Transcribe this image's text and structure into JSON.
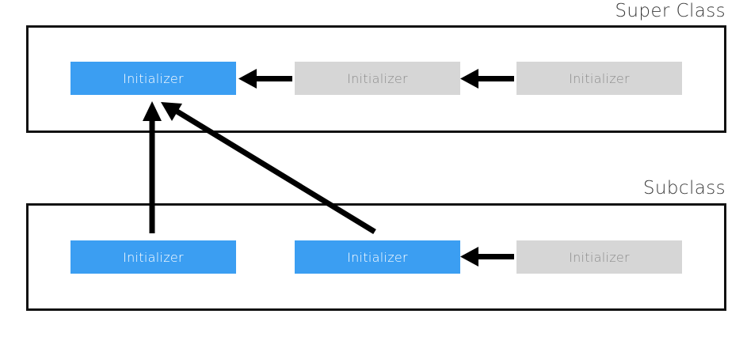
{
  "diagram": {
    "title_superclass": "Super Class",
    "title_subclass": "Subclass",
    "colors": {
      "active_chip": "#3b9ef2",
      "inactive_chip": "#d6d6d6",
      "active_chip_text": "#ffffff",
      "inactive_chip_text": "#8c8c8c",
      "border": "#111111",
      "arrow": "#000000",
      "label_text": "#3a3a3a",
      "background": "#ffffff"
    },
    "superclass": {
      "label": "Super Class",
      "chips": [
        {
          "label": "Initializer",
          "state": "active"
        },
        {
          "label": "Initializer",
          "state": "inactive"
        },
        {
          "label": "Initializer",
          "state": "inactive"
        }
      ]
    },
    "subclass": {
      "label": "Subclass",
      "chips": [
        {
          "label": "Initializer",
          "state": "active"
        },
        {
          "label": "Initializer",
          "state": "active"
        },
        {
          "label": "Initializer",
          "state": "inactive"
        }
      ]
    },
    "arrows": [
      {
        "name": "superclass-delegate-2-to-1",
        "direction": "left",
        "from": "superclass.chips.1",
        "to": "superclass.chips.0"
      },
      {
        "name": "superclass-delegate-3-to-2",
        "direction": "left",
        "from": "superclass.chips.2",
        "to": "superclass.chips.1"
      },
      {
        "name": "subclass-delegate-3-to-2",
        "direction": "left",
        "from": "subclass.chips.2",
        "to": "subclass.chips.1"
      },
      {
        "name": "subclass-1-to-superclass-1",
        "direction": "up",
        "from": "subclass.chips.0",
        "to": "superclass.chips.0"
      },
      {
        "name": "subclass-2-to-superclass-1",
        "direction": "diagonal-up-left",
        "from": "subclass.chips.1",
        "to": "superclass.chips.0"
      }
    ]
  }
}
